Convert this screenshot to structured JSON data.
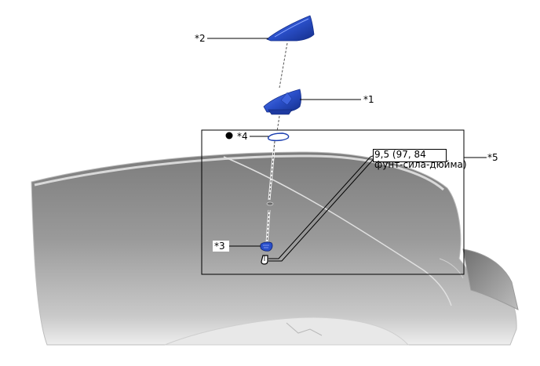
{
  "callouts": {
    "part1": "*1",
    "part2": "*2",
    "part3": "*3",
    "part4": "*4",
    "part5": "*5"
  },
  "torque": {
    "line1": "9,5 (97, 84",
    "line2": "фунт-сила-дюйма)"
  },
  "colors": {
    "part_blue": "#2a4fc9",
    "roof_gray": "#8a8a8a",
    "outline": "#000000"
  },
  "icons": {
    "marker": "filled-dot-icon"
  }
}
